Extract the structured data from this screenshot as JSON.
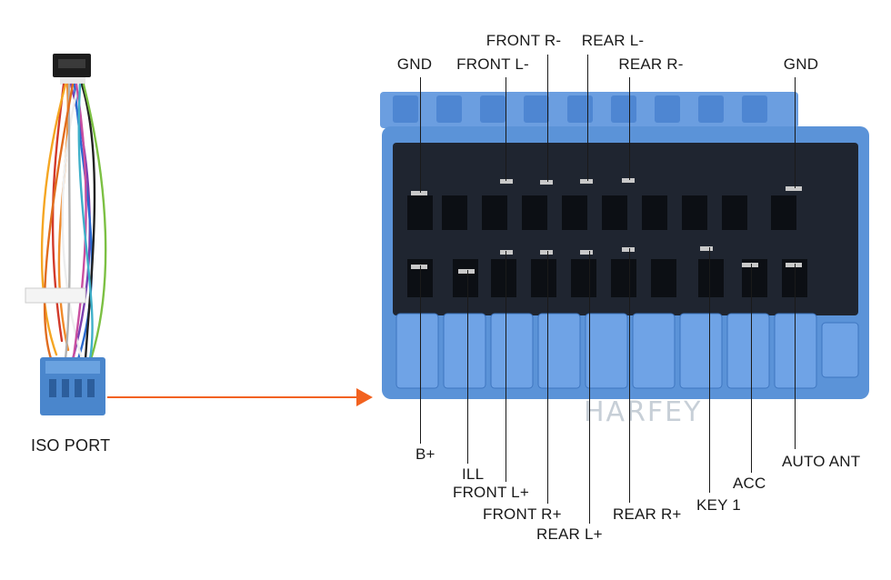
{
  "port_caption": "ISO PORT",
  "brand": "HARFEY",
  "colors": {
    "arrow": "#f2621f",
    "connector_blue": "#5b93d8",
    "connector_dark": "#1f2530",
    "line": "#1a1a1a"
  },
  "top_labels": [
    "GND",
    "FRONT L-",
    "FRONT R-",
    "REAR L-",
    "REAR R-",
    "GND"
  ],
  "bottom_labels": [
    "B+",
    "ILL",
    "FRONT L+",
    "FRONT R+",
    "REAR L+",
    "REAR R+",
    "KEY 1",
    "ACC",
    "AUTO ANT"
  ]
}
